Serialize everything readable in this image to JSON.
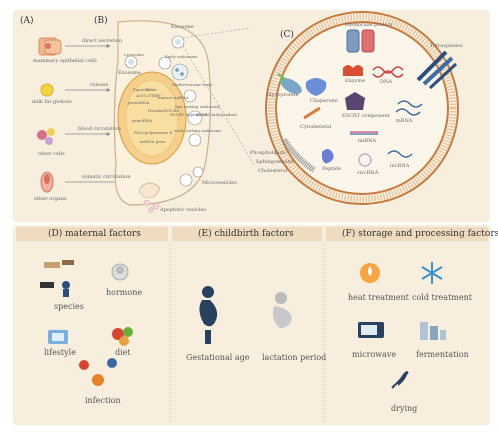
{
  "panelA": {
    "letter": "(A)",
    "items": [
      {
        "label": "mammary epithelial cells",
        "arrow": "direct secretion"
      },
      {
        "label": "milk fat globule",
        "arrow": "release"
      },
      {
        "label": "other cells",
        "arrow": "blood circulation"
      },
      {
        "label": "other organs",
        "arrow": "somatic circulation"
      }
    ]
  },
  "panelB": {
    "letter": "(B)",
    "labels": {
      "exosome_top": "Exosome",
      "exosome_left": "Exosome",
      "endosome": "Early endosome",
      "mvb": "Multivesicular body",
      "late": "late sorting endosome",
      "escrt_dep": "ESCRT dependent",
      "escrt_ind": "ESCRT independent",
      "early_sorting": "early sorting endosome",
      "lysosome": "Lysosome",
      "microvesicles": "Microvesicles",
      "apoptotic": "Apoptotic vesicles",
      "nucleus": "premiRNA",
      "mirna_genes": "miRNA gene",
      "pol": "RNA polymerase II",
      "primirna": "primiRNA",
      "drosha": "Drosha/DGCR8",
      "exportin": "Exportin5",
      "dicer": "Dicer",
      "ago": "AGO2/TRBP",
      "mature": "mature miRNA"
    }
  },
  "panelC": {
    "letter": "(C)",
    "labels": {
      "membrane": "Membrane protein",
      "tetraspanins": "Tetraspanins",
      "glycoprotein": "Glycoprotein",
      "enzyme": "Enzyme",
      "dna": "DNA",
      "chaperone": "Chaperone",
      "escrt": "ESCRT component",
      "cytoskeletal": "Cytoskeletal",
      "mrna": "mRNA",
      "mirna": "miRNA",
      "phospholipids": "Phospholipids",
      "sphingomyelin": "Sphingomyelin",
      "cholesterol": "Cholesterol",
      "peptide": "Peptide",
      "circrna": "circRNA",
      "lncrna": "lncRNA"
    }
  },
  "panelD": {
    "title": "(D)   maternal factors",
    "items": [
      "species",
      "hormone",
      "lifestyle",
      "diet",
      "infection"
    ]
  },
  "panelE": {
    "title": "(E)  childbirth factors",
    "items": [
      "Gestational age",
      "lactation period"
    ]
  },
  "panelF": {
    "title": "(F)  storage and processing factors",
    "items": [
      "heat treatment",
      "cold treatment",
      "microwave",
      "fermentation",
      "drying"
    ]
  },
  "colors": {
    "background": "#f8eedd",
    "header": "#efdcc0",
    "vesicle_ring": "#c87a3c",
    "arrow": "#888888",
    "heat": "#e8832a",
    "cold": "#3a8fd0",
    "dark": "#27415f"
  }
}
